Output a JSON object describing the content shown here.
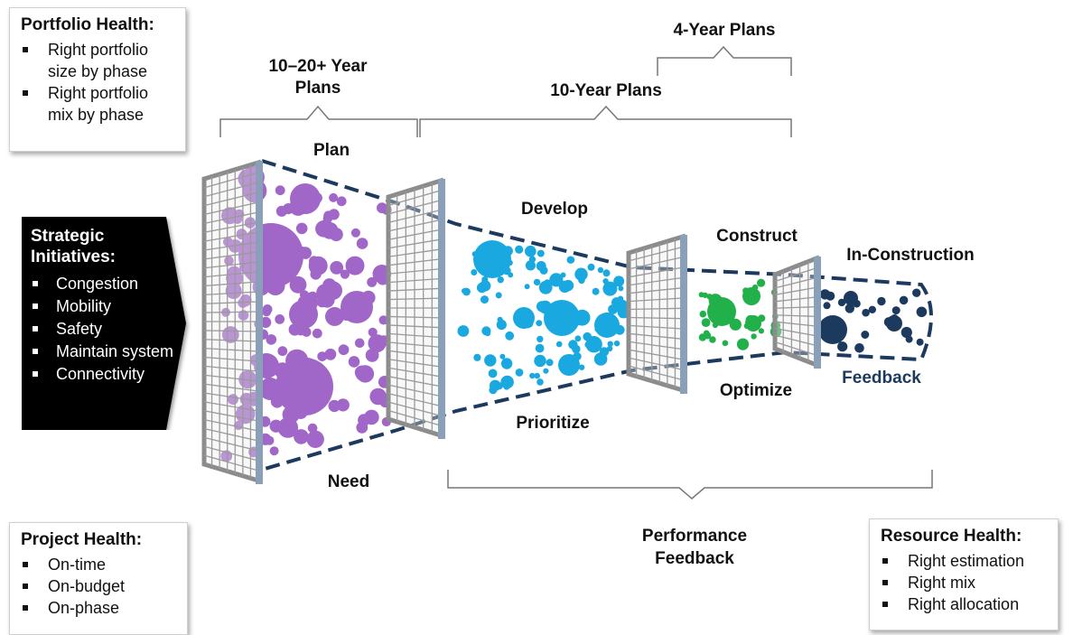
{
  "portfolio_health": {
    "title": "Portfolio Health:",
    "items": [
      "Right portfolio size by phase",
      "Right portfolio mix by phase"
    ]
  },
  "strategic_initiatives": {
    "title": "Strategic Initiatives:",
    "items": [
      "Congestion",
      "Mobility",
      "Safety",
      "Maintain system",
      "Connectivity"
    ]
  },
  "project_health": {
    "title": "Project Health:",
    "items": [
      "On-time",
      "On-budget",
      "On-phase"
    ]
  },
  "resource_health": {
    "title": "Resource Health:",
    "items": [
      "Right estimation",
      "Right mix",
      "Right allocation"
    ]
  },
  "brackets": {
    "long_range": [
      "10–20+ Year",
      "Plans"
    ],
    "ten_year": "10-Year Plans",
    "four_year": "4-Year Plans",
    "performance": [
      "Performance",
      "Feedback"
    ]
  },
  "stages": {
    "plan": "Plan",
    "need": "Need",
    "develop": "Develop",
    "prioritize": "Prioritize",
    "construct": "Construct",
    "optimize": "Optimize",
    "in_construction": "In-Construction",
    "feedback": "Feedback"
  },
  "colors": {
    "plan_bubbles": "#a066c8",
    "develop_bubbles": "#1aa8e0",
    "construct_bubbles": "#22b04a",
    "inconstruction_bubbles": "#1c3a5e",
    "funnel_outline": "#1c3a5e",
    "gate_frame": "#8c8c8c",
    "gate_post": "#8a9fb8"
  }
}
